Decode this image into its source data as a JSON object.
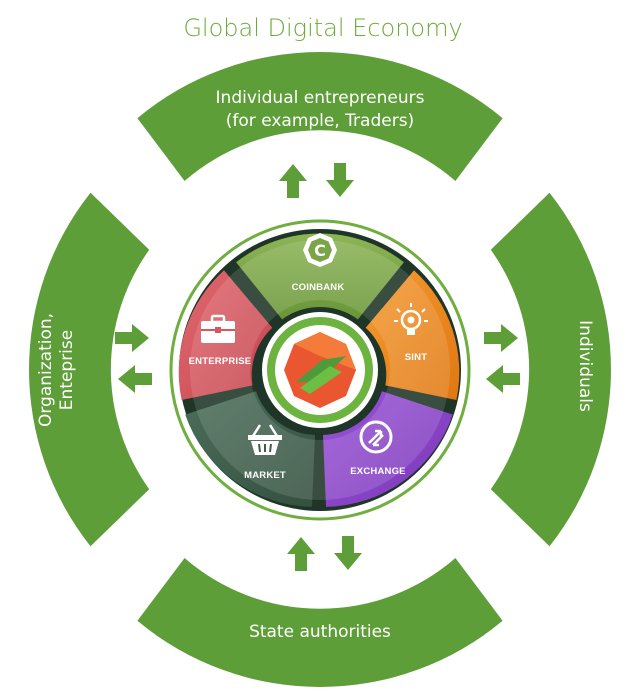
{
  "title": "Global Digital Economy",
  "bands": {
    "top": {
      "line1": "Individual entrepreneurs",
      "line2": "(for example, Traders)"
    },
    "bottom": {
      "label": "State authorities"
    },
    "left": {
      "line1": "Organization,",
      "line2": "Enteprise"
    },
    "right": {
      "label": "Individuals"
    }
  },
  "segments": {
    "coinbank": {
      "label": "COINBANK",
      "icon": "coin-c-icon"
    },
    "sint": {
      "label": "SINT",
      "icon": "lightbulb-gear-icon"
    },
    "exchange": {
      "label": "EXCHANGE",
      "icon": "exchange-arrows-icon"
    },
    "market": {
      "label": "MARKET",
      "icon": "shopping-basket-icon"
    },
    "enterprise": {
      "label": "ENTERPRISE",
      "icon": "briefcase-icon"
    }
  },
  "center": {
    "icon": "s-logo-icon"
  },
  "colors": {
    "band_green": "#5e9e38",
    "title_green": "#6cab3a",
    "coinbank": "#7aa447",
    "sint": "#f08a1c",
    "exchange": "#8a45c8",
    "market": "#3e5c4a",
    "enterprise": "#d8565e"
  }
}
